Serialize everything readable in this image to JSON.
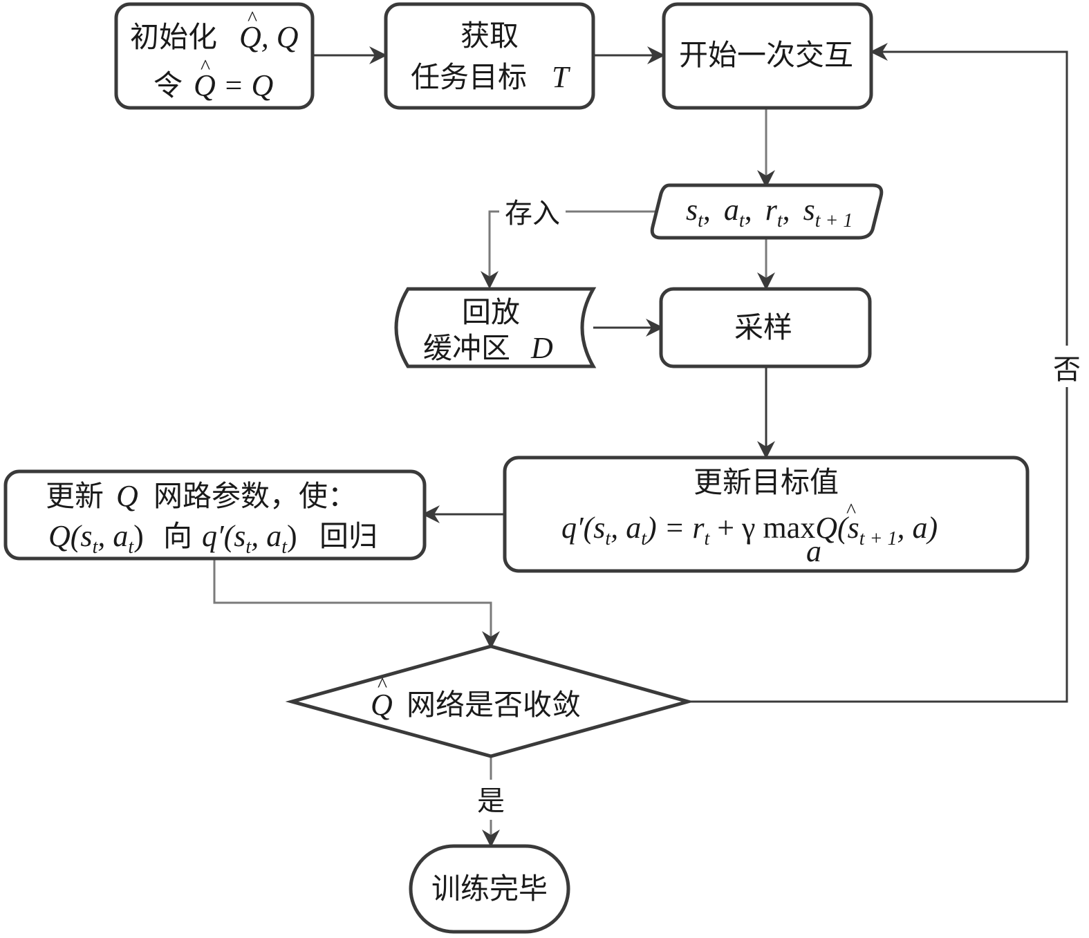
{
  "nodes": {
    "init": {
      "line1_prefix": "初始化",
      "line1_math": "Q, Q",
      "line2_prefix": "令",
      "line2_math": "Q = Q",
      "hat": "^"
    },
    "get_target": {
      "line1": "获取",
      "line2_prefix": "任务目标",
      "line2_math": "T"
    },
    "start_interaction": {
      "label": "开始一次交互"
    },
    "transition": {
      "s": "s",
      "a": "a",
      "r": "r",
      "sub_t": "t",
      "sub_t1": "t + 1",
      "comma": ","
    },
    "replay_buffer": {
      "line1": "回放",
      "line2_prefix": "缓冲区",
      "line2_math": "D"
    },
    "sample": {
      "label": "采样"
    },
    "update_target": {
      "title": "更新目标值",
      "formula_q": "q′(s",
      "formula_mid": ", a",
      "formula_eq": ") = r",
      "formula_plus": " + γ max",
      "formula_Q": "Q",
      "formula_tail": "(s",
      "formula_end": ", a)",
      "formula_a": "a",
      "sub_t": "t",
      "sub_t1": "t + 1"
    },
    "update_q": {
      "line1_prefix": "更新",
      "line1_math": "Q",
      "line1_suffix": "网路参数，使：",
      "line2_Q": "Q(s",
      "line2_a": ", a",
      "line2_close": ")",
      "line2_dir": "向",
      "line2_q": "q′(s",
      "line2_regress": "回归",
      "sub_t": "t"
    },
    "converge": {
      "math": "Q",
      "label": "网络是否收敛"
    },
    "done": {
      "label": "训练完毕"
    }
  },
  "edge_labels": {
    "store": "存入",
    "no": "否",
    "yes": "是"
  }
}
